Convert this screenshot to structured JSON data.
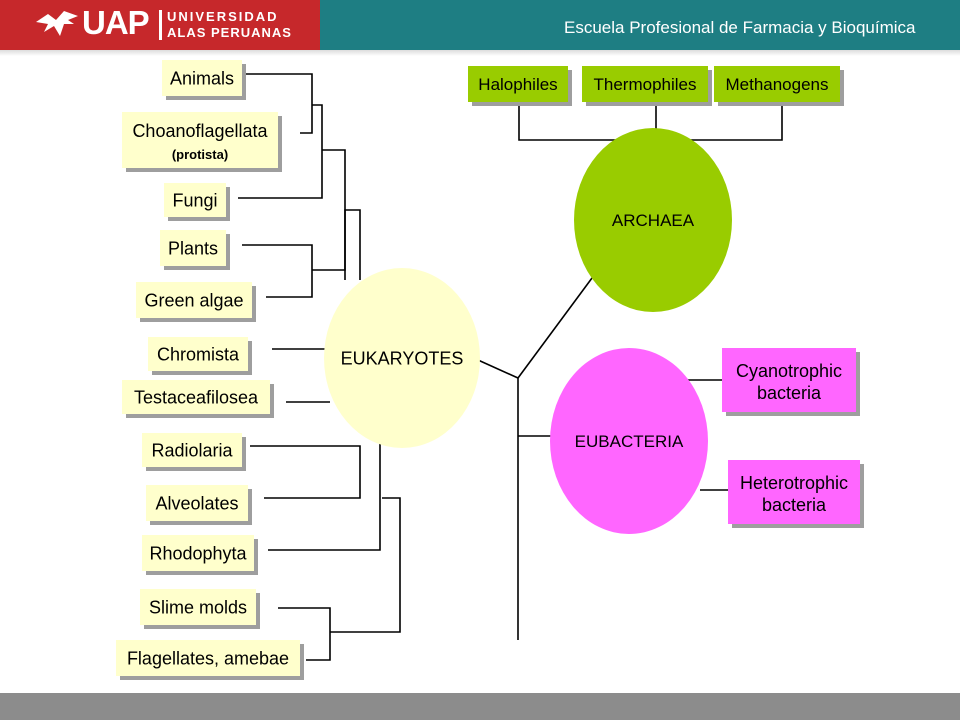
{
  "header": {
    "logo_text": "UAP",
    "logo_line1": "UNIVERSIDAD",
    "logo_line2": "ALAS PERUANAS",
    "school": "Escuela Profesional de Farmacia y Bioquímica"
  },
  "colors": {
    "header_left": "#C6282B",
    "header_right": "#1E7E83",
    "footer": "#8C8C8C",
    "eukaryote_label_bg": "#FFFFCC",
    "eukaryotes_circle": "#FFFFCC",
    "archaea_circle": "#99CC00",
    "eubacteria_circle": "#FF66FF",
    "eubacteria_label_bg": "#FF66FF",
    "archaea_label_bg": "#99CC00"
  },
  "diagram": {
    "domains": {
      "eukaryotes": "EUKARYOTES",
      "archaea": "ARCHAEA",
      "eubacteria": "EUBACTERIA"
    },
    "eukaryote_groups": [
      {
        "id": "animals",
        "lines": [
          "Animals"
        ]
      },
      {
        "id": "choanoflagellata",
        "lines": [
          "Choanoflagellata",
          "(protista)"
        ]
      },
      {
        "id": "fungi",
        "lines": [
          "Fungi"
        ]
      },
      {
        "id": "plants",
        "lines": [
          "Plants"
        ]
      },
      {
        "id": "green-algae",
        "lines": [
          "Green algae"
        ]
      },
      {
        "id": "chromista",
        "lines": [
          "Chromista"
        ]
      },
      {
        "id": "testaceafilosea",
        "lines": [
          "Testaceafilosea"
        ]
      },
      {
        "id": "radiolaria",
        "lines": [
          "Radiolaria"
        ]
      },
      {
        "id": "alveolates",
        "lines": [
          "Alveolates"
        ]
      },
      {
        "id": "rhodophyta",
        "lines": [
          "Rhodophyta"
        ]
      },
      {
        "id": "slime-molds",
        "lines": [
          "Slime molds"
        ]
      },
      {
        "id": "flagellates-amebae",
        "lines": [
          "Flagellates, amebae"
        ]
      }
    ],
    "archaea_groups": [
      {
        "id": "halophiles",
        "lines": [
          "Halophiles"
        ]
      },
      {
        "id": "thermophiles",
        "lines": [
          "Thermophiles"
        ]
      },
      {
        "id": "methanogens",
        "lines": [
          "Methanogens"
        ]
      }
    ],
    "eubacteria_groups": [
      {
        "id": "cyanotrophic",
        "lines": [
          "Cyanotrophic",
          "bacteria"
        ]
      },
      {
        "id": "heterotrophic",
        "lines": [
          "Heterotrophic",
          "bacteria"
        ]
      }
    ]
  }
}
